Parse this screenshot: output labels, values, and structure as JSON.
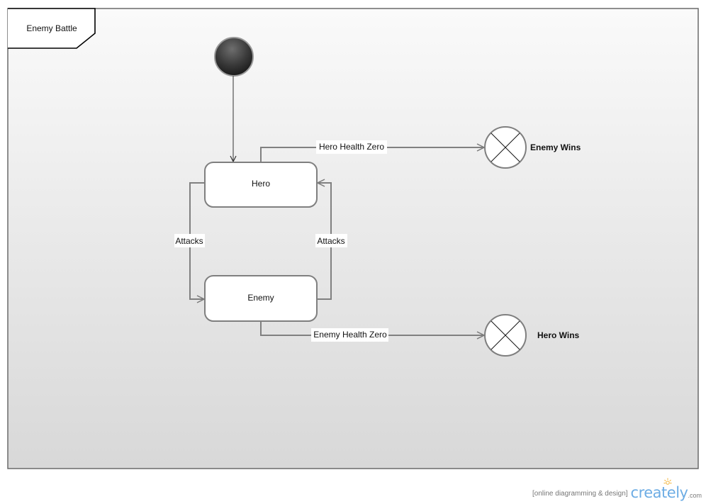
{
  "frame": {
    "title": "Enemy Battle"
  },
  "states": {
    "hero": {
      "label": "Hero"
    },
    "enemy": {
      "label": "Enemy"
    }
  },
  "transitions": {
    "hero_to_enemy_wins": {
      "label": "Hero Health Zero"
    },
    "enemy_to_hero_wins": {
      "label": "Enemy Health Zero"
    },
    "hero_to_enemy": {
      "label": "Attacks"
    },
    "enemy_to_hero": {
      "label": "Attacks"
    }
  },
  "final_states": {
    "enemy_wins": {
      "label": "Enemy Wins"
    },
    "hero_wins": {
      "label": "Hero Wins"
    }
  },
  "footer": {
    "tagline": "[online diagramming & design]",
    "logo": "creately",
    "domain": ".com"
  },
  "colors": {
    "frame_border": "#6a6a6a",
    "background_top": "#f9f9f9",
    "background_bottom": "#d9d9d9",
    "state_border": "#7f7f7f",
    "connector": "#808080",
    "initial_node": "#3a3a3a"
  }
}
